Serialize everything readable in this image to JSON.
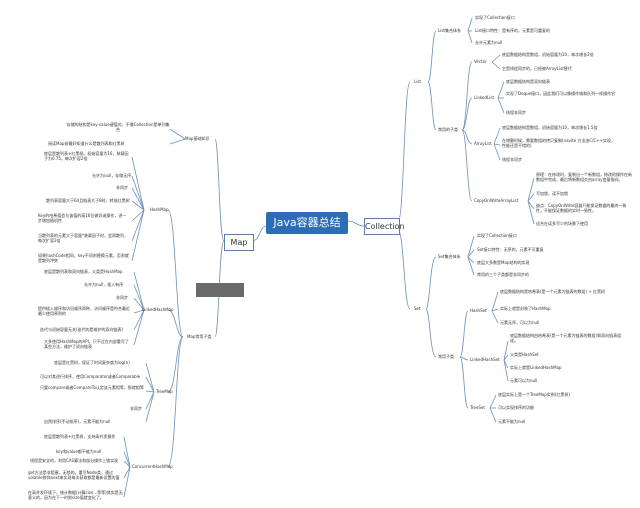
{
  "title": "Java容器总结",
  "collection": {
    "label": "Collection",
    "list": {
      "label": "List",
      "sys_label": "List集合体系",
      "sys_items": [
        "实现了Collection接口",
        "List接口特性：是有序的，元素是可重复的",
        "允许元素为null"
      ],
      "impl_label": "常用的子类",
      "vector": {
        "label": "Vector",
        "items": [
          "底层数据结构是数组，初始容量为10，每次增长2倍",
          "它是线程同步的，已经被ArrayList替代"
        ]
      },
      "linkedlist": {
        "label": "LinkedList",
        "items": [
          "底层数据结构是双向链表",
          "实现了Deque接口，因此我们可以像操作栈和队列一样操作它",
          "线程非同步"
        ]
      },
      "arraylist": {
        "label": "ArrayList",
        "items": [
          "底层数据结构是数组，初始容量为10，每次增长1.5倍",
          "在增删时候，需要数组的拷贝复制(navite 方法由C/C++实现，性能还是不错的)",
          "线程非同步"
        ]
      },
      "cow": {
        "label": "CopyOnWriteArrayList",
        "items": [
          "原理：在修改时，复制出一个新数组，修改的操作在新数组中完成，最后将新数组交由array变量指向。",
          "写加锁，读不加锁",
          "缺点：CopyOnWrite容器只能保证数据的最终一致性，不能保证数据的实时一致性。",
          "适合在读多写少的场景下使用"
        ]
      }
    },
    "set": {
      "label": "Set",
      "sys_label": "Set集合体系",
      "sys_items": [
        "实现了Collection接口",
        "Set接口特性：无序的，元素不可重复",
        "底层大多数是Map结构的实现",
        "常用的三个子类都是非同步的"
      ],
      "impl_label": "常用子类",
      "hashset": {
        "label": "HashSet",
        "items": [
          "底层数据结构是哈希表(是一个元素为链表的数组) + 红黑树",
          "实际上就是封装了HashMap",
          "元素无序，可以为null"
        ]
      },
      "linkedhashset": {
        "label": "LinkedHashSet",
        "items": [
          "底层数据结构由哈希表(是一个元素为链表的数组)和双向链表组成。",
          "父类是HashSet",
          "实际上就是LinkedHashMap",
          "元素可以为null"
        ]
      },
      "treeset": {
        "label": "TreeSet",
        "items": [
          "底层实际上是一个TreeMap实例(红黑树)",
          "可以实现排序的功能",
          "元素不能为null"
        ]
      }
    }
  },
  "map": {
    "label": "Map",
    "sys_label": "Map基础知识",
    "sys_items": [
      "存储的结构是key-value键值对，不像Collection是单列集合",
      "阅读Map前最好知道什么是散列表和红黑树"
    ],
    "impl_label": "Map常用子类",
    "hashmap": {
      "label": "HashMap",
      "items": [
        "底层是散列表+红黑树。初始容量为16，装载因子为0.75，每次扩容2倍",
        "允许为null，存储无序",
        "非同步",
        "散列表容量大于64且链表大于8时，转成红黑树",
        "Key的哈希值会与该值的高16位做异或操作，进一步增加随机性",
        "当散列表的元素大于容量*装载因子时，会再散列，每次扩容2倍",
        "如果hashCode相同，key不同则替换元素，否则就是散列冲突"
      ]
    },
    "linkedhashmap": {
      "label": "LinkedHashMap",
      "items": [
        "底层是散列表和双向链表，父类是HashMap",
        "允许为null，插入有序",
        "非同步",
        "提供插入顺序和访问顺序两种，访问顺序是符合最近最少使用原则的",
        "迭代与初始容量无关(迭代的是维护的双向链表)",
        "大多使用HashMap的API，只不过在内部重写了某些方法，维护了双向链表"
      ]
    },
    "treemap": {
      "label": "TreeMap",
      "items": [
        "底层是红黑树，保证了时间复杂度为log(n)",
        "可以对其进行排序，使用Comparator或者Comparable",
        "只要compare或者CompareTo认定该元素相等，那就相等",
        "非同步",
        "自然排序(手动排序)，元素不能为null"
      ]
    },
    "chm": {
      "label": "ConcurrentHashMap",
      "items": [
        "底层是散列表+红黑树，支持高并发操作",
        "key和value都不能为null",
        "线程是安全的，利用CAS算法和部分操作上锁实现",
        "get方法是非阻塞，无锁的。重写Node类，通过volatile修饰next来实现每次获取都是最新设置的值",
        "在高并发环境下，统计数据(计算size...等等)其实是无意义的，因为在下一时刻size值就变化了。"
      ]
    }
  }
}
